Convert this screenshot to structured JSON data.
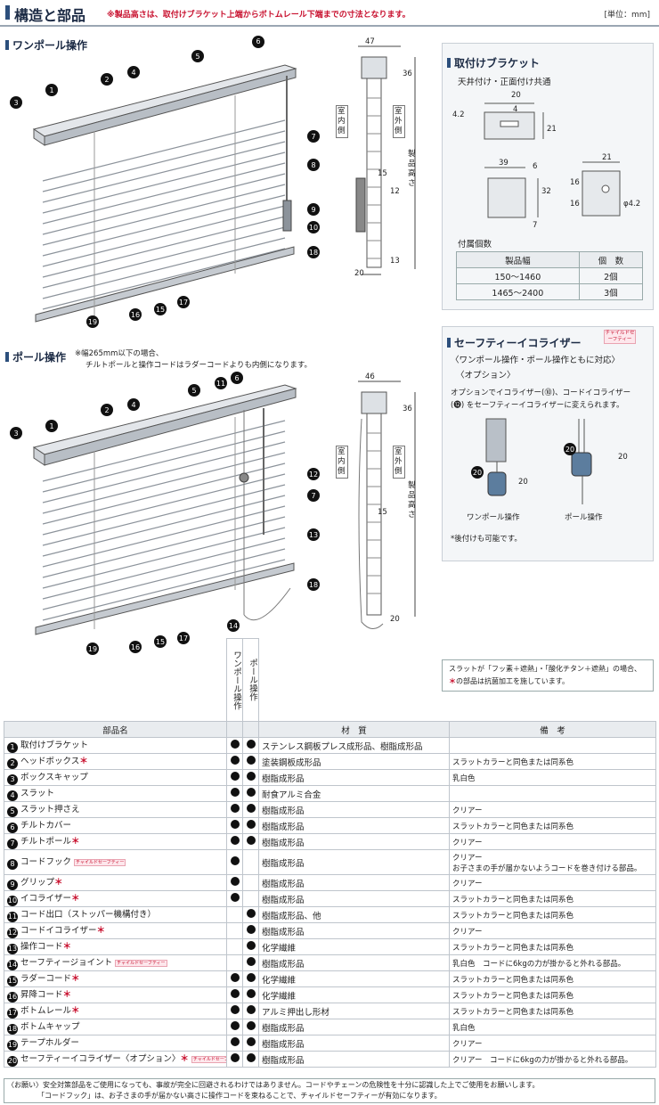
{
  "header": {
    "title": "構造と部品",
    "note": "※製品高さは、取付けブラケット上端からボトムレール下端までの寸法となります。",
    "unit": "[単位：mm]"
  },
  "one_pole": {
    "title": "ワンポール操作",
    "callouts": [
      "❶",
      "❷",
      "❸",
      "❹",
      "❺",
      "❻",
      "❼",
      "❽",
      "❾",
      "❿",
      "⓲",
      "⓱",
      "⓯",
      "⓰",
      "⓳"
    ],
    "dim_top": "47",
    "dim_36": "36",
    "dim_15": "15",
    "dim_12": "12",
    "dim_13": "13",
    "dim_20": "20",
    "label_indoor": "室内側",
    "label_outdoor": "室外側",
    "label_height": "製品高さ"
  },
  "pole": {
    "title": "ポール操作",
    "note1": "※幅265mm以下の場合、",
    "note2": "チルトポールと操作コードはラダーコードよりも内側になります。",
    "dim_top": "46",
    "dim_36": "36",
    "dim_15": "15",
    "dim_20": "20",
    "label_indoor": "室内側",
    "label_outdoor": "室外側",
    "label_height": "製品高さ"
  },
  "bracket": {
    "title": "取付けブラケット",
    "subtitle": "天井付け・正面付け共通",
    "dims": [
      "20",
      "4",
      "4.2",
      "21",
      "39",
      "6",
      "32",
      "7",
      "21",
      "16",
      "16",
      "φ4.2"
    ],
    "table_title": "付属個数",
    "headers": [
      "製品幅",
      "個　数"
    ],
    "rows": [
      [
        "150～1460",
        "2個"
      ],
      [
        "1465～2400",
        "3個"
      ]
    ]
  },
  "safety": {
    "title": "セーフティーイコライザー",
    "badge": "チャイルドセーフティー",
    "sub1": "〈ワンポール操作・ポール操作ともに対応〉",
    "sub2": "〈オプション〉",
    "desc1": "オプションでイコライザー(⓾)、コードイコライザー",
    "desc2": "(⓬) をセーフティーイコライザーに変えられます。",
    "label_a": "ワンポール操作",
    "label_b": "ポール操作",
    "dim": "20",
    "callout": "⓴",
    "note": "*後付けも可能です。"
  },
  "antibac_note1": "スラットが「フッ素＋遮熱」・「酸化チタン＋遮熱」の場合、",
  "antibac_note2": "の部品は抗菌加工を施しています。",
  "antibac_star": "＊",
  "table": {
    "col_name": "部品名",
    "col_onepole": "ワンポール操作",
    "col_pole": "ポール操作",
    "col_material": "材　質",
    "col_remarks": "備　考",
    "rows": [
      {
        "num": "1",
        "name": "取付けブラケット",
        "star": "",
        "badge": "",
        "a": true,
        "b": true,
        "material": "ステンレス鋼板プレス成形品、樹脂成形品",
        "remarks": "",
        "remarks2": ""
      },
      {
        "num": "2",
        "name": "ヘッドボックス",
        "star": "＊",
        "badge": "",
        "a": true,
        "b": true,
        "material": "塗装鋼板成形品",
        "remarks": "スラットカラーと同色または同系色",
        "remarks2": ""
      },
      {
        "num": "3",
        "name": "ボックスキャップ",
        "star": "",
        "badge": "",
        "a": true,
        "b": true,
        "material": "樹脂成形品",
        "remarks": "乳白色",
        "remarks2": ""
      },
      {
        "num": "4",
        "name": "スラット",
        "star": "",
        "badge": "",
        "a": true,
        "b": true,
        "material": "耐食アルミ合金",
        "remarks": "",
        "remarks2": ""
      },
      {
        "num": "5",
        "name": "スラット押さえ",
        "star": "",
        "badge": "",
        "a": true,
        "b": true,
        "material": "樹脂成形品",
        "remarks": "クリアー",
        "remarks2": ""
      },
      {
        "num": "6",
        "name": "チルトカバー",
        "star": "",
        "badge": "",
        "a": true,
        "b": true,
        "material": "樹脂成形品",
        "remarks": "スラットカラーと同色または同系色",
        "remarks2": ""
      },
      {
        "num": "7",
        "name": "チルトポール",
        "star": "＊",
        "badge": "",
        "a": true,
        "b": true,
        "material": "樹脂成形品",
        "remarks": "クリアー",
        "remarks2": ""
      },
      {
        "num": "8",
        "name": "コードフック",
        "star": "",
        "badge": "チャイルドセーフティー",
        "a": true,
        "b": false,
        "material": "樹脂成形品",
        "remarks": "クリアー",
        "remarks2": "お子さまの手が届かないようコードを巻き付ける部品。"
      },
      {
        "num": "9",
        "name": "グリップ",
        "star": "＊",
        "badge": "",
        "a": true,
        "b": false,
        "material": "樹脂成形品",
        "remarks": "クリアー",
        "remarks2": ""
      },
      {
        "num": "10",
        "name": "イコライザー",
        "star": "＊",
        "badge": "",
        "a": true,
        "b": false,
        "material": "樹脂成形品",
        "remarks": "スラットカラーと同色または同系色",
        "remarks2": ""
      },
      {
        "num": "11",
        "name": "コード出口（ストッパー機構付き）",
        "star": "",
        "badge": "",
        "a": false,
        "b": true,
        "material": "樹脂成形品、他",
        "remarks": "スラットカラーと同色または同系色",
        "remarks2": ""
      },
      {
        "num": "12",
        "name": "コードイコライザー",
        "star": "＊",
        "badge": "",
        "a": false,
        "b": true,
        "material": "樹脂成形品",
        "remarks": "クリアー",
        "remarks2": ""
      },
      {
        "num": "13",
        "name": "操作コード",
        "star": "＊",
        "badge": "",
        "a": false,
        "b": true,
        "material": "化学繊維",
        "remarks": "スラットカラーと同色または同系色",
        "remarks2": ""
      },
      {
        "num": "14",
        "name": "セーフティージョイント",
        "star": "",
        "badge": "チャイルドセーフティー",
        "a": false,
        "b": true,
        "material": "樹脂成形品",
        "remarks": "乳白色　コードに6kgの力が掛かると外れる部品。",
        "remarks2": ""
      },
      {
        "num": "15",
        "name": "ラダーコード",
        "star": "＊",
        "badge": "",
        "a": true,
        "b": true,
        "material": "化学繊維",
        "remarks": "スラットカラーと同色または同系色",
        "remarks2": ""
      },
      {
        "num": "16",
        "name": "昇降コード",
        "star": "＊",
        "badge": "",
        "a": true,
        "b": true,
        "material": "化学繊維",
        "remarks": "スラットカラーと同色または同系色",
        "remarks2": ""
      },
      {
        "num": "17",
        "name": "ボトムレール",
        "star": "＊",
        "badge": "",
        "a": true,
        "b": true,
        "material": "アルミ押出し形材",
        "remarks": "スラットカラーと同色または同系色",
        "remarks2": ""
      },
      {
        "num": "18",
        "name": "ボトムキャップ",
        "star": "",
        "badge": "",
        "a": true,
        "b": true,
        "material": "樹脂成形品",
        "remarks": "乳白色",
        "remarks2": ""
      },
      {
        "num": "19",
        "name": "テープホルダー",
        "star": "",
        "badge": "",
        "a": true,
        "b": true,
        "material": "樹脂成形品",
        "remarks": "クリアー",
        "remarks2": ""
      },
      {
        "num": "20",
        "name": "セーフティーイコライザー〈オプション〉",
        "star": "＊",
        "badge": "チャイルドセーフティー",
        "a": true,
        "b": true,
        "material": "樹脂成形品",
        "remarks": "クリアー　コードに6kgの力が掛かると外れる部品。",
        "remarks2": ""
      }
    ]
  },
  "footer1": "〈お願い〉安全対策部品をご使用になっても、事故が完全に回避されるわけではありません。コードやチェーンの危険性を十分に認識した上でご使用をお願いします。",
  "footer2": "「コードフック」は、お子さまの手が届かない高さに操作コードを束ねることで、チャイルドセーフティーが有効になります。",
  "colors": {
    "navy": "#1b2a44",
    "accent": "#2c4f7c",
    "red": "#c8102e"
  }
}
